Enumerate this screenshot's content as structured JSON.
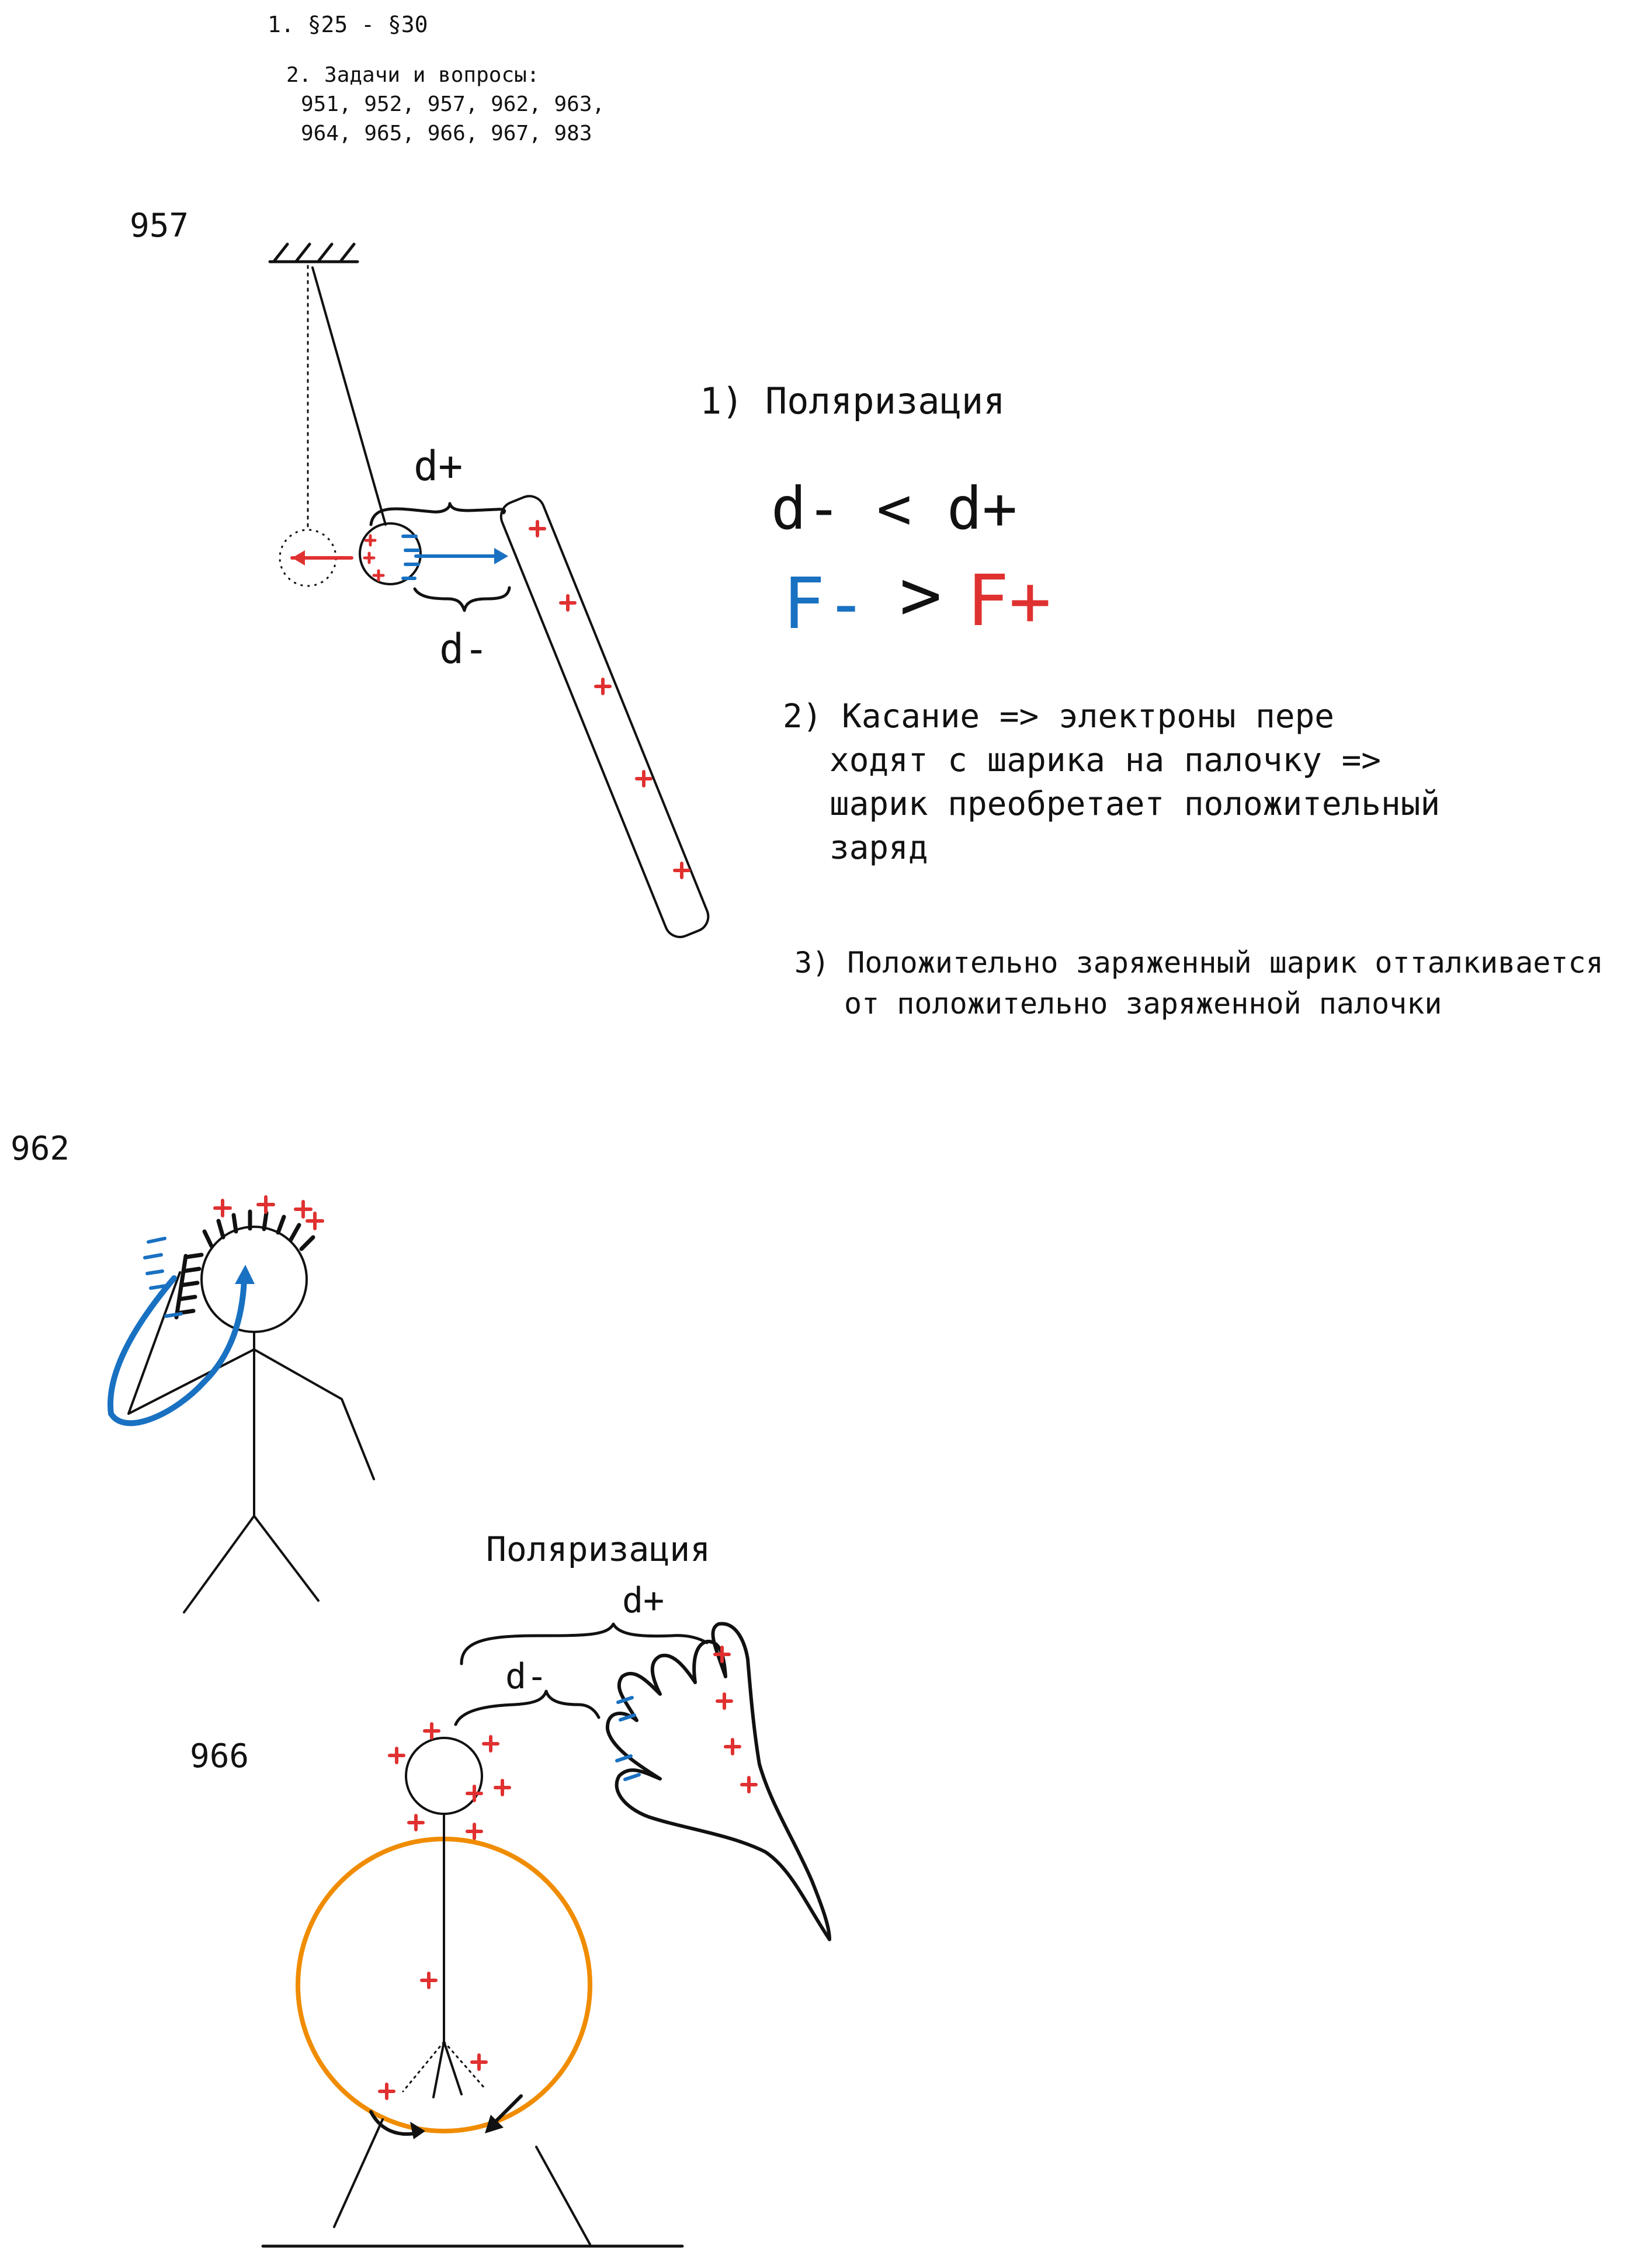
{
  "homework": {
    "line1": "1.  §25 - §30",
    "line2": "2. Задачи и вопросы:",
    "line3": "951, 952, 957, 962, 963,",
    "line4": "964, 965, 966, 967, 983"
  },
  "task957": {
    "number": "957",
    "d_plus": "d+",
    "d_minus": "d-",
    "step1_title": "1) Поляризация",
    "inequality_d": "d- < d+",
    "force_left": "F-",
    "force_op": ">",
    "force_right": "F+",
    "step2_line1": "2) Касание => электроны пере",
    "step2_line2": "ходят с шарика на палочку =>",
    "step2_line3": "шарик преобретает положительный",
    "step2_line4": "заряд",
    "step3_line1": "3) Положительно заряженный шарик отталкивается",
    "step3_line2": "от положительно заряженной палочки"
  },
  "task962": {
    "number": "962"
  },
  "task966": {
    "number": "966",
    "title": "Поляризация",
    "d_plus": "d+",
    "d_minus": "d-"
  },
  "colors": {
    "ink": "#111111",
    "positive": "#e03131",
    "negative": "#1971c2",
    "electroscope": "#f08c00"
  },
  "icons": [
    "plus-charge-icon",
    "minus-charge-icon",
    "force-arrow-icon"
  ]
}
